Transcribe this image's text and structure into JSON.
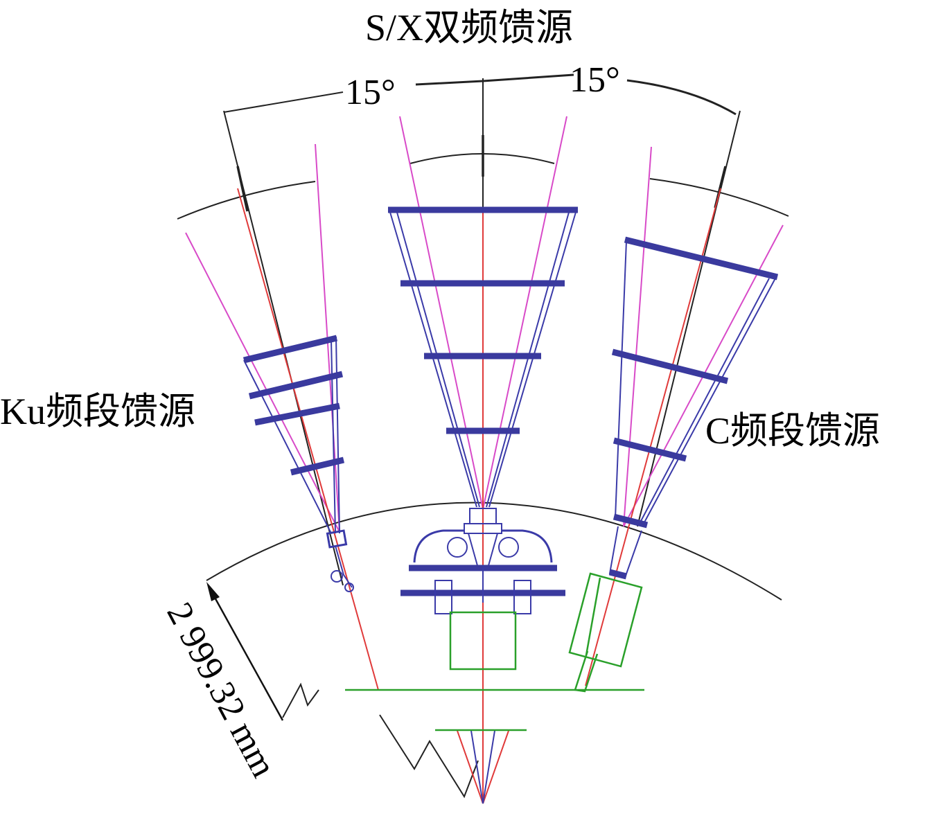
{
  "labels": {
    "title": "S/X双频馈源",
    "ku_feed": "Ku频段馈源",
    "c_feed": "C频段馈源",
    "angle_left": "15°",
    "angle_right": "15°",
    "radius": "2 999.32 mm"
  },
  "colors": {
    "feed_blue": "#3a3aa8",
    "axis_red": "#e03a3a",
    "beam_pink": "#d84ac8",
    "mount_green": "#2aa02a",
    "dimension_black": "#222222"
  }
}
